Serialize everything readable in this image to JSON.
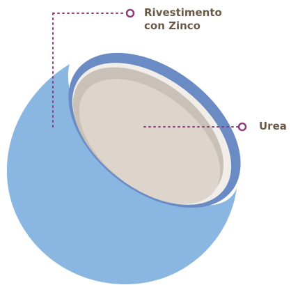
{
  "labels": {
    "coating_line1": "Rivestimento",
    "coating_line2": "con Zinco",
    "core": "Urea"
  },
  "colors": {
    "label_text": "#6b5a48",
    "leader_line": "#8e3a7c",
    "shell_outer": "#8ab6e2",
    "shell_rim": "#6a8bc3",
    "coating_layer": "#c9c0b7",
    "inner_highlight": "#f1eee9",
    "urea_core": "#ddd5cc"
  }
}
